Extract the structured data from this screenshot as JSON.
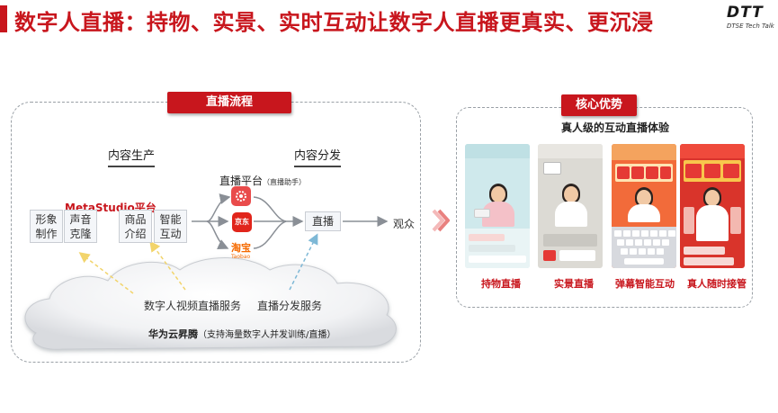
{
  "header": {
    "title": "数字人直播：持物、实景、实时互动让数字人直播更真实、更沉浸",
    "logo_main": "DTT",
    "logo_sub": "DTSE Tech Talk"
  },
  "left_panel": {
    "tag": "直播流程",
    "produce_label": "内容生产",
    "distribute_label": "内容分发",
    "metastudio_label": "MetaStudio平台",
    "boxes": [
      {
        "line1": "形象",
        "line2": "制作"
      },
      {
        "line1": "声音",
        "line2": "克隆"
      },
      {
        "line1": "商品",
        "line2": "介绍"
      },
      {
        "line1": "智能",
        "line2": "互动"
      }
    ],
    "live_platform": "直播平台",
    "live_platform_note": "（直播助手）",
    "apps": {
      "jd": "京东",
      "taobao": "淘宝",
      "taobao_sub": "Taobao"
    },
    "live_box": "直播",
    "audience": "观众",
    "cloud_service_1": "数字人视频直播服务",
    "cloud_service_2": "直播分发服务",
    "huawei_name": "华为云昇腾",
    "huawei_note": "（支持海量数字人并发训练/直播）"
  },
  "right_panel": {
    "tag": "核心优势",
    "subtitle": "真人级的互动直播体验",
    "captions": [
      "持物直播",
      "实景直播",
      "弹幕智能互动",
      "真人随时接管"
    ]
  },
  "colors": {
    "accent_red": "#c8161d",
    "arrow_yellow": "#f2d46b",
    "arrow_blue": "#7eb8d6",
    "taobao_orange": "#f56a00"
  }
}
